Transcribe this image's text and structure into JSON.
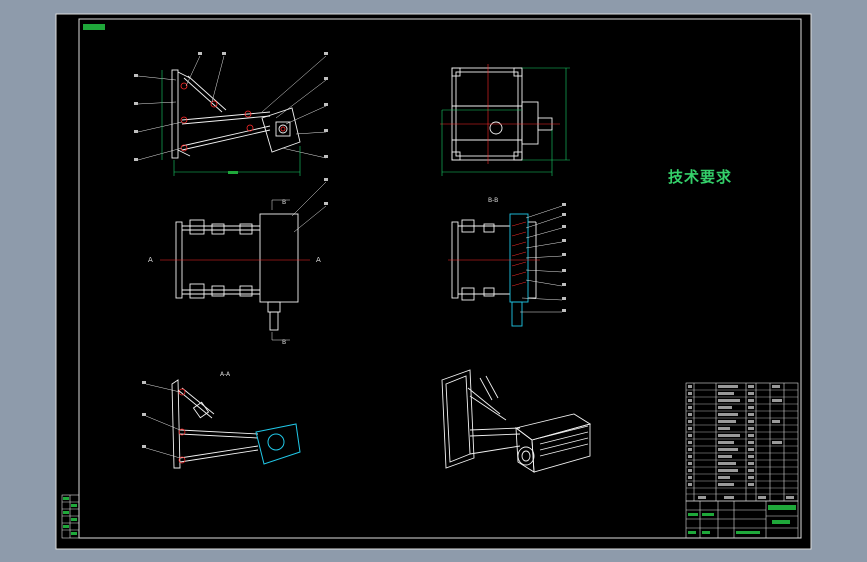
{
  "canvas": {
    "background": "#8e9bab",
    "paper": "#000000",
    "line_white": "#f2f2f2",
    "line_green": "#18d36a",
    "line_red": "#ff2a2a",
    "line_cyan": "#21c8e8"
  },
  "sheet": {
    "tech_requirements_title": "技术要求"
  },
  "views": {
    "section_label_a_left": "A",
    "section_label_a_right": "A",
    "section_label_b_top": "B",
    "section_label_b_bottom": "B",
    "section_label_bb": "B-B",
    "section_label_aa": "A-A"
  }
}
